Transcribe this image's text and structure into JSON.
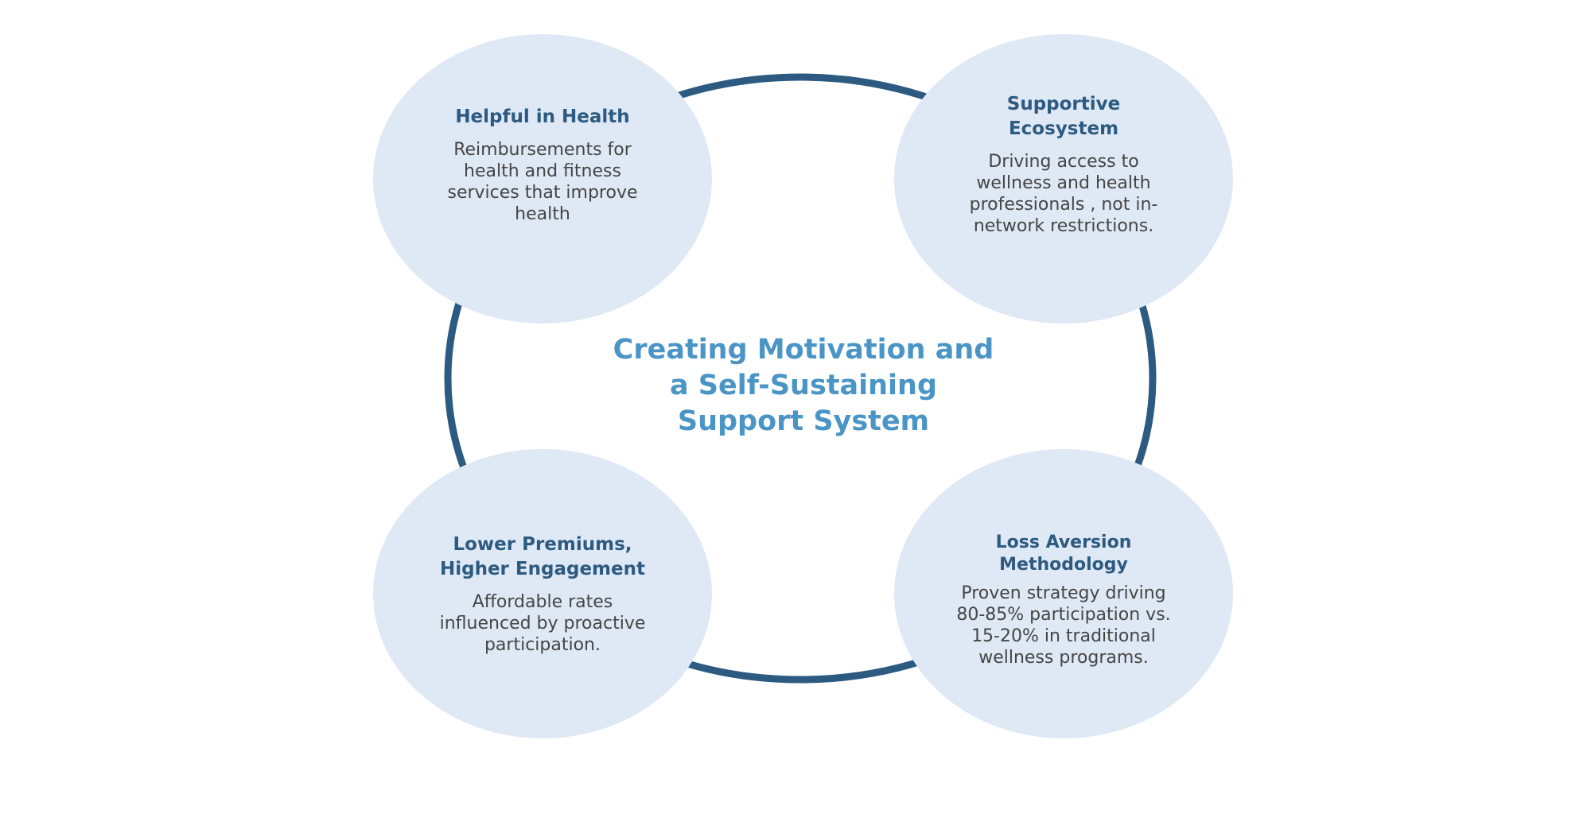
{
  "center": {
    "title": "Creating Motivation and\na Self-Sustaining\nSupport System"
  },
  "nodes": [
    {
      "title": "Helpful in Health",
      "text": "Reimbursements for\nhealth and fitness\nservices that improve\nhealth"
    },
    {
      "title": "Supportive Ecosystem",
      "text": "Driving access to\nwellness and health\nprofessionals , not in-\nnetwork restrictions."
    },
    {
      "title": "Lower Premiums,\nHigher Engagement",
      "text": "Affordable rates\ninfluenced by proactive\nparticipation."
    },
    {
      "title": "Loss Aversion\nMethodology",
      "text": "Proven strategy driving\n80-85% participation vs.\n15-20% in traditional\nwellness programs."
    }
  ],
  "colors": {
    "ring": "#2c5a80",
    "bubble": "#dfe8f5",
    "node_title": "#2c5a80",
    "node_text": "#454545",
    "center_title": "#4a95c6"
  }
}
